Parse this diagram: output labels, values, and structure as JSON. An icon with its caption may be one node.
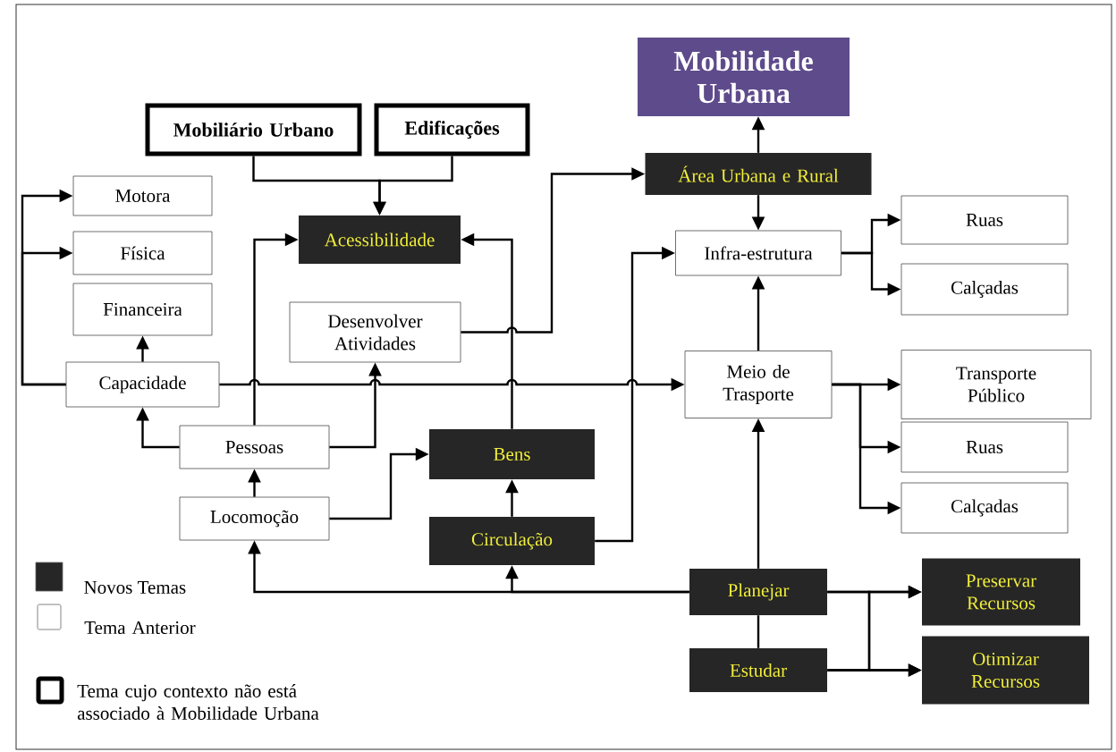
{
  "diagram": {
    "nodes": [
      {
        "text": [
          "Mobilidade Urbana"
        ]
      },
      {
        "text": [
          "Mobiliário Urbano"
        ]
      },
      {
        "text": [
          "Edificações"
        ]
      },
      {
        "text": [
          "Área Urbana e Rural"
        ]
      },
      {
        "text": [
          "Motora"
        ]
      },
      {
        "text": [
          "Acessibilidade"
        ]
      },
      {
        "text": [
          "Física"
        ]
      },
      {
        "text": [
          "Infra-estrutura"
        ]
      },
      {
        "text": [
          "Ruas"
        ]
      },
      {
        "text": [
          "Calçadas"
        ]
      },
      {
        "text": [
          "Financeira"
        ]
      },
      {
        "text": [
          "Desenvolver Atividades"
        ]
      },
      {
        "text": [
          "Capacidade"
        ]
      },
      {
        "text": [
          "Transporte Público"
        ]
      },
      {
        "text": [
          "Meio de Trasporte"
        ]
      },
      {
        "text": [
          "Pessoas"
        ]
      },
      {
        "text": [
          "Bens"
        ]
      },
      {
        "text": [
          "Ruas"
        ]
      },
      {
        "text": [
          "Locomoção"
        ]
      },
      {
        "text": [
          "Circulação"
        ]
      },
      {
        "text": [
          "Calçadas"
        ]
      },
      {
        "text": [
          "Planejar"
        ]
      },
      {
        "text": [
          "Preservar Recursos"
        ]
      },
      {
        "text": [
          "Estudar"
        ]
      },
      {
        "text": [
          "Otimizar Recursos"
        ]
      }
    ],
    "edges": [
      {
        "from": 1,
        "to": 5,
        "arrow": "to"
      },
      {
        "from": 2,
        "to": 5,
        "arrow": "to"
      },
      {
        "from": 3,
        "to": 0,
        "arrow": "to"
      },
      {
        "from": 3,
        "to": 7,
        "arrow": "to"
      },
      {
        "from": 12,
        "to": 4,
        "arrow": "to"
      },
      {
        "from": 12,
        "to": 6,
        "arrow": "to"
      },
      {
        "from": 12,
        "to": 10,
        "arrow": "to"
      },
      {
        "from": 12,
        "to": 14,
        "arrow": "to"
      },
      {
        "from": 15,
        "to": 12,
        "arrow": "to"
      },
      {
        "from": 15,
        "to": 5,
        "arrow": "to"
      },
      {
        "from": 15,
        "to": 11,
        "arrow": "to"
      },
      {
        "from": 11,
        "to": 3,
        "arrow": "to"
      },
      {
        "from": 16,
        "to": 5,
        "arrow": "to"
      },
      {
        "from": 18,
        "to": 15,
        "arrow": "to"
      },
      {
        "from": 18,
        "to": 16,
        "arrow": "to"
      },
      {
        "from": 19,
        "to": 16,
        "arrow": "to"
      },
      {
        "from": 19,
        "to": 7,
        "arrow": "to"
      },
      {
        "from": 14,
        "to": 7,
        "arrow": "to"
      },
      {
        "from": 7,
        "to": 8,
        "arrow": "to"
      },
      {
        "from": 7,
        "to": 9,
        "arrow": "to"
      },
      {
        "from": 14,
        "to": 13,
        "arrow": "to"
      },
      {
        "from": 14,
        "to": 17,
        "arrow": "to"
      },
      {
        "from": 14,
        "to": 20,
        "arrow": "to"
      },
      {
        "from": 21,
        "to": 18,
        "arrow": "to"
      },
      {
        "from": 21,
        "to": 19,
        "arrow": "to"
      },
      {
        "from": 21,
        "to": 14,
        "arrow": "to"
      },
      {
        "from": 23,
        "to": 21,
        "arrow": "none"
      },
      {
        "from": 21,
        "to": 22,
        "arrow": "to"
      },
      {
        "from": 21,
        "to": 24,
        "arrow": "to"
      },
      {
        "from": 23,
        "to": 22,
        "arrow": "to"
      },
      {
        "from": 23,
        "to": 24,
        "arrow": "to"
      }
    ],
    "legend": [
      {
        "text": "Novos Temas",
        "color": "#262626"
      },
      {
        "text": "Tema Anterior"
      },
      {
        "text": "Tema cujo contexto não está associado à Mobilidade Urbana"
      }
    ]
  }
}
